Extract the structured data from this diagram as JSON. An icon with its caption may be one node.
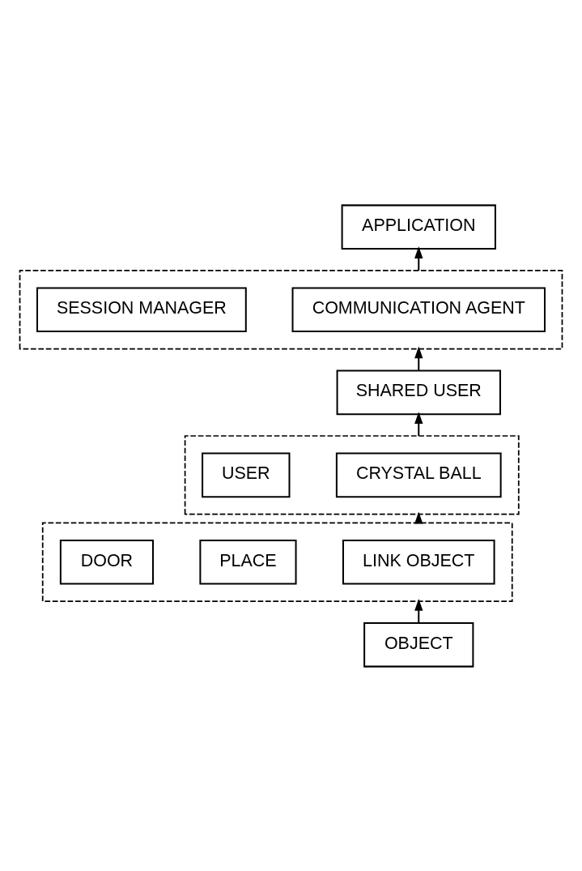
{
  "diagram": {
    "nodes": [
      {
        "text": [
          "APPLICATION"
        ]
      },
      {
        "text": [],
        "shape": "box"
      },
      {
        "text": [
          "COMMUNICATION AGENT"
        ],
        "in": 1
      },
      {
        "text": [
          "SESSION MANAGER"
        ],
        "in": 1
      },
      {
        "text": [
          "SHARED USER"
        ]
      },
      {
        "text": [],
        "shape": "box"
      },
      {
        "text": [
          "CRYSTAL BALL"
        ],
        "in": 5
      },
      {
        "text": [
          "USER"
        ],
        "in": 5
      },
      {
        "text": [],
        "shape": "box"
      },
      {
        "text": [
          "LINK OBJECT"
        ],
        "in": 8
      },
      {
        "text": [
          "PLACE"
        ],
        "in": 8
      },
      {
        "text": [
          "DOOR"
        ],
        "in": 8
      },
      {
        "text": [
          "OBJECT"
        ]
      }
    ],
    "edges": [
      {
        "from": 1,
        "to": 0,
        "arrow": "to"
      },
      {
        "from": 4,
        "to": 1,
        "arrow": "to"
      },
      {
        "from": 5,
        "to": 4,
        "arrow": "to"
      },
      {
        "from": 8,
        "to": 5,
        "arrow": "to"
      },
      {
        "from": 12,
        "to": 8,
        "arrow": "to"
      }
    ]
  }
}
